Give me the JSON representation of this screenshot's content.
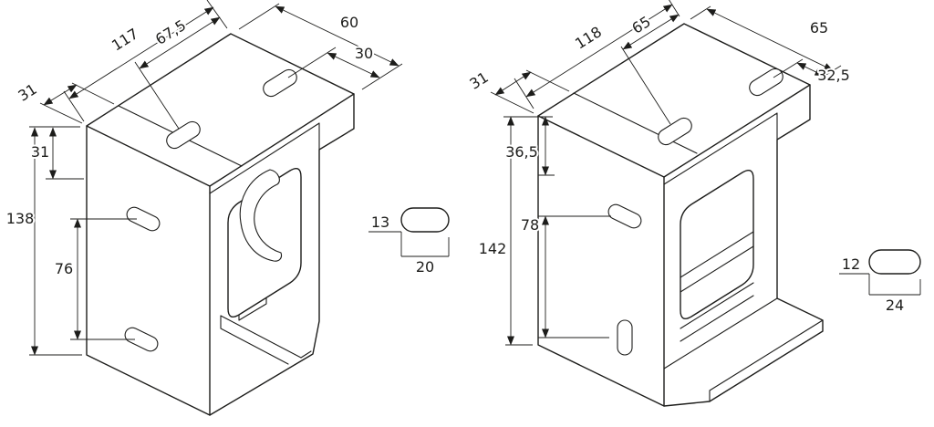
{
  "page": {
    "background": "#ffffff",
    "line_color": "#1d1d1b"
  },
  "left_view": {
    "dims": {
      "top_width": "117",
      "top_slot_offset": "67,5",
      "top_depth": "60",
      "top_slot_depth": "30",
      "corner_offset": "31",
      "upper_height": "31",
      "overall_height": "138",
      "slot_spacing": "76"
    },
    "slot_detail": {
      "height": "13",
      "width": "20"
    }
  },
  "right_view": {
    "dims": {
      "top_width": "118",
      "top_slot_offset": "65",
      "top_depth": "65",
      "top_slot_depth": "32,5",
      "corner_offset": "31",
      "upper_height": "36,5",
      "overall_height": "142",
      "slot_spacing": "78"
    },
    "slot_detail": {
      "height": "12",
      "width": "24"
    }
  }
}
